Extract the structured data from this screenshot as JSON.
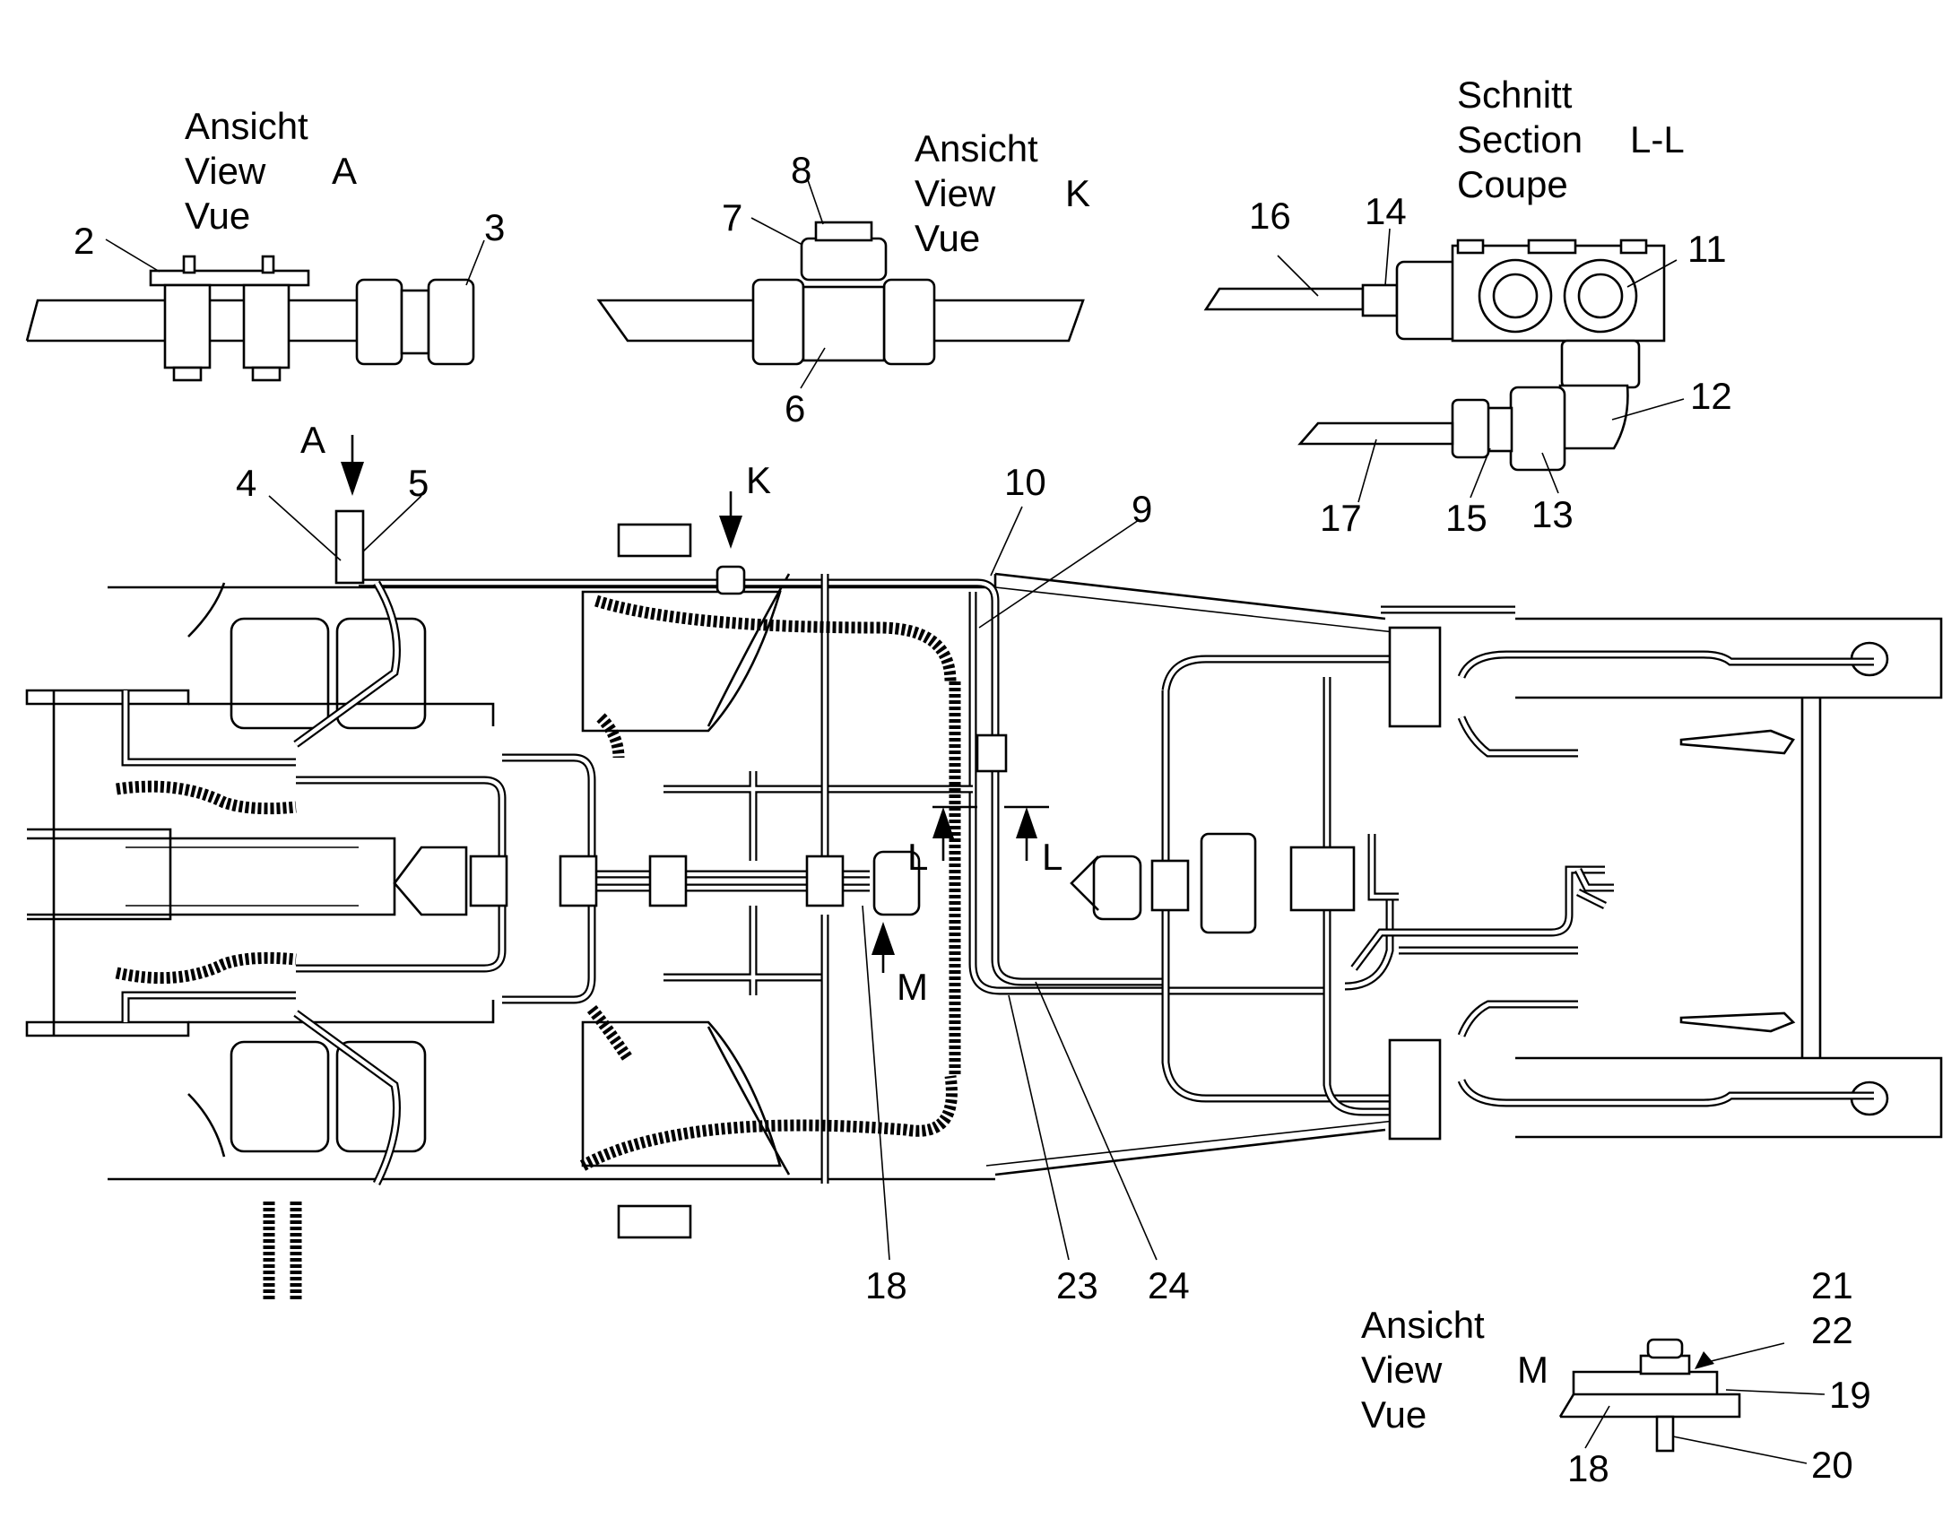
{
  "views": {
    "view_a": {
      "lines": [
        "Ansicht",
        "View",
        "Vue"
      ],
      "letter": "A"
    },
    "view_k": {
      "lines": [
        "Ansicht",
        "View",
        "Vue"
      ],
      "letter": "K"
    },
    "section_l": {
      "lines": [
        "Schnitt",
        "Section",
        "Coupe"
      ],
      "letter": "L-L"
    },
    "view_m": {
      "lines": [
        "Ansicht",
        "View",
        "Vue"
      ],
      "letter": "M"
    }
  },
  "markers": {
    "a": "A",
    "k": "K",
    "l_left": "L",
    "l_right": "L",
    "m": "M"
  },
  "callouts": [
    "2",
    "3",
    "4",
    "5",
    "6",
    "7",
    "8",
    "9",
    "10",
    "11",
    "12",
    "13",
    "14",
    "15",
    "16",
    "17",
    "18",
    "18",
    "19",
    "20",
    "21",
    "22",
    "23",
    "24"
  ]
}
